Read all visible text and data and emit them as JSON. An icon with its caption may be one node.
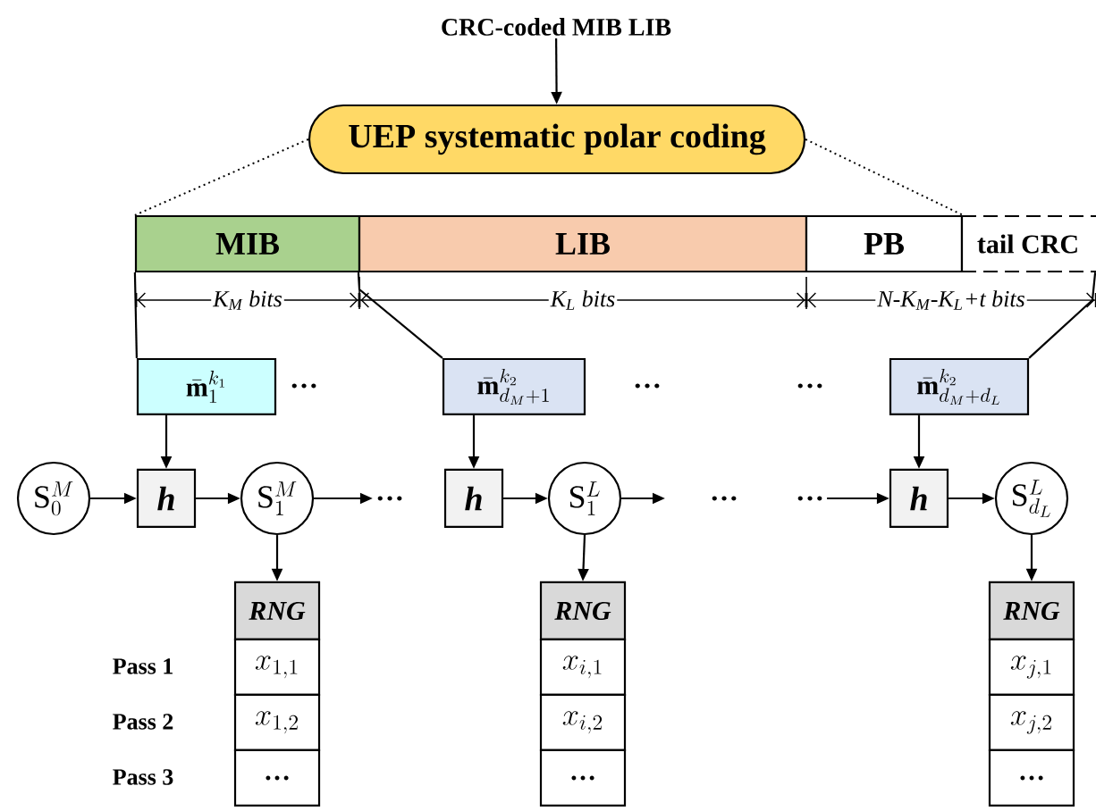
{
  "diagram": {
    "nodes": [
      {
        "text": [
          "CRC-coded MIB LIB"
        ]
      },
      {
        "text": [
          "UEP systematic polar coding"
        ]
      },
      {
        "text": [
          "MIB"
        ]
      },
      {
        "text": [
          "LIB"
        ]
      },
      {
        "text": [
          "PB"
        ]
      },
      {
        "text": [
          "tail CRC"
        ]
      },
      {
        "text": [
          "\\bar{\\mathbf{m}}_{1}^{k_{1}}"
        ]
      },
      {
        "text": [
          "\\bar{\\mathbf{m}}_{d_{M}+1}^{k_{2}}"
        ]
      },
      {
        "text": [
          "\\bar{\\mathbf{m}}_{d_{M}+d_{L}}^{k_{2}}"
        ]
      },
      {
        "text": [
          "\\mathrm{S}_{0}^{M}"
        ]
      },
      {
        "text": [
          "h"
        ]
      },
      {
        "text": [
          "\\mathrm{S}_{1}^{M}"
        ]
      },
      {
        "text": [
          "h"
        ]
      },
      {
        "text": [
          "\\mathrm{S}_{1}^{L}"
        ]
      },
      {
        "text": [
          "h"
        ]
      },
      {
        "text": [
          "\\mathrm{S}_{d_{L}}^{L}"
        ]
      },
      {
        "text": [
          "RNG"
        ]
      },
      {
        "text": [
          "x_{1,1}"
        ]
      },
      {
        "text": [
          "x_{1,2}"
        ]
      },
      {
        "text": [
          "…"
        ]
      },
      {
        "text": [
          "RNG"
        ]
      },
      {
        "text": [
          "x_{i,1}"
        ]
      },
      {
        "text": [
          "x_{i,2}"
        ]
      },
      {
        "text": [
          "…"
        ]
      },
      {
        "text": [
          "RNG"
        ]
      },
      {
        "text": [
          "x_{j,1}"
        ]
      },
      {
        "text": [
          "x_{j,2}"
        ]
      },
      {
        "text": [
          "…"
        ]
      },
      {
        "text": [
          "…"
        ]
      },
      {
        "text": [
          "…"
        ]
      }
    ],
    "edges": [
      {
        "from": 0,
        "to": 1,
        "arrow": "to"
      },
      {
        "from": 1,
        "to": 2,
        "arrow": "none",
        "style": "dashed"
      },
      {
        "from": 1,
        "to": 4,
        "arrow": "none",
        "style": "dashed"
      },
      {
        "from": 2,
        "to": 6,
        "arrow": "none"
      },
      {
        "from": 3,
        "to": 7,
        "arrow": "none"
      },
      {
        "from": 5,
        "to": 8,
        "arrow": "none"
      },
      {
        "from": 9,
        "to": 10,
        "arrow": "to"
      },
      {
        "from": 6,
        "to": 10,
        "arrow": "to"
      },
      {
        "from": 10,
        "to": 11,
        "arrow": "to"
      },
      {
        "from": 11,
        "to": 28,
        "arrow": "to"
      },
      {
        "from": 7,
        "to": 12,
        "arrow": "to"
      },
      {
        "from": 12,
        "to": 13,
        "arrow": "to"
      },
      {
        "from": 13,
        "to": null,
        "arrow": "to"
      },
      {
        "from": 29,
        "to": 14,
        "arrow": "to"
      },
      {
        "from": 8,
        "to": 14,
        "arrow": "to"
      },
      {
        "from": 14,
        "to": 15,
        "arrow": "to"
      },
      {
        "from": 11,
        "to": 16,
        "arrow": "to"
      },
      {
        "from": 13,
        "to": 20,
        "arrow": "to"
      },
      {
        "from": 15,
        "to": 24,
        "arrow": "to"
      }
    ],
    "labels": [
      "K$_{M}$ bits",
      "K$_{L}$ bits",
      "N-K$_{M}$-K$_{L}$+t bits",
      "…",
      "…",
      "…",
      "…",
      "Pass 1",
      "Pass 2",
      "Pass 3"
    ]
  }
}
